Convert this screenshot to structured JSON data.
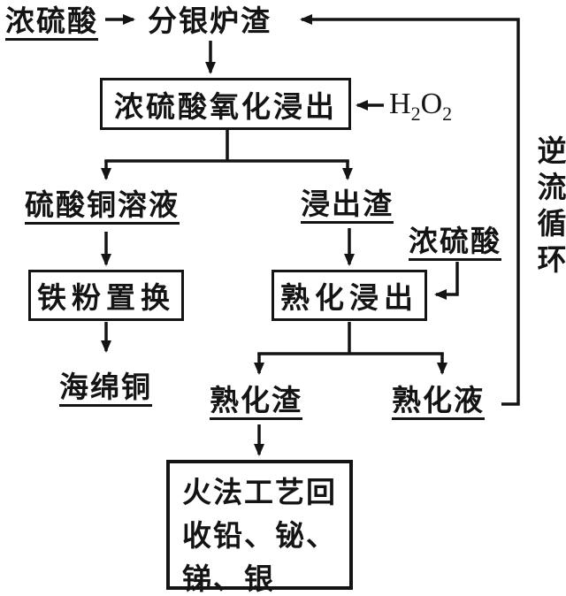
{
  "diagram": {
    "background": "#ffffff",
    "line_color": "#141414",
    "nodes": {
      "conc_sulfuric_acid_top": "浓硫酸",
      "silver_separation_slag": "分银炉渣",
      "oxidation_leach_box": "浓硫酸氧化浸出",
      "h2o2": {
        "e1": "H",
        "s1": "2",
        "e2": "O",
        "s2": "2"
      },
      "copper_sulfate_solution": "硫酸铜溶液",
      "leach_residue": "浸出渣",
      "conc_sulfuric_acid_side": "浓硫酸",
      "iron_powder_replacement_box": "铁粉置换",
      "curing_leach_box": "熟化浸出",
      "sponge_copper": "海绵铜",
      "cured_residue": "熟化渣",
      "cured_solution": "熟化液",
      "countercurrent_cycle": "逆流循环",
      "pyro_recovery_box": {
        "lines": [
          "火法工艺回",
          "收铅、铋、",
          "锑、银"
        ]
      }
    }
  }
}
